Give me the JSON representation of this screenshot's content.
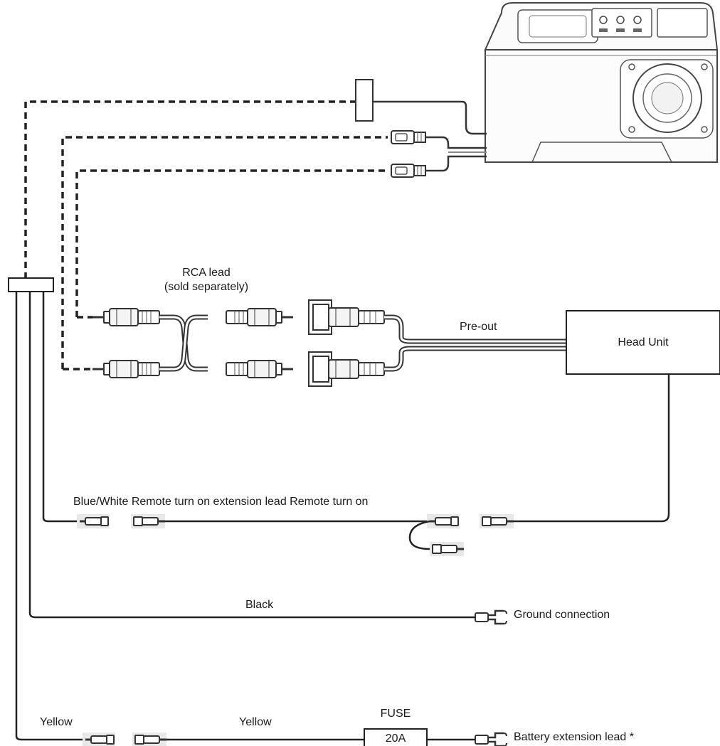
{
  "labels": {
    "rca_lead": "RCA lead",
    "rca_lead_note": "(sold separately)",
    "pre_out": "Pre-out",
    "head_unit": "Head Unit",
    "remote_lead": "Blue/White Remote turn on extension lead Remote turn on",
    "black": "Black",
    "ground": "Ground connection",
    "yellow_left": "Yellow",
    "yellow_mid": "Yellow",
    "fuse": "FUSE",
    "fuse_rating": "20A",
    "battery": "Battery extension lead *"
  }
}
